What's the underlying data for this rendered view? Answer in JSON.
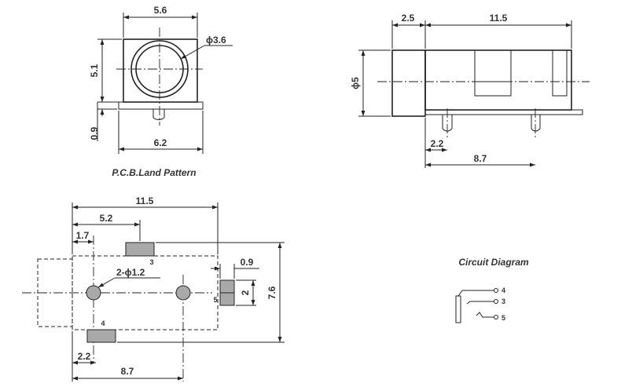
{
  "titles": {
    "land_pattern": "P.C.B.Land Pattern",
    "circuit": "Circuit Diagram"
  },
  "front_view": {
    "width_top": "5.6",
    "hole_dia": "ϕ3.6",
    "height": "5.1",
    "pin_height": "0.9",
    "width_bottom": "6.2"
  },
  "side_view": {
    "front_length": "2.5",
    "total_length": "11.5",
    "diameter": "ϕ5",
    "pin_offset": "2.2",
    "pin_spacing": "8.7"
  },
  "land_pattern": {
    "total_length": "11.5",
    "pad3_offset": "5.2",
    "hole_offset": "1.7",
    "holes": "2-ϕ1.2",
    "pad5_width": "0.9",
    "pad5_height": "2",
    "total_height": "7.6",
    "pad4_offset": "2.2",
    "pin_spacing": "8.7",
    "pin3": "3",
    "pin4": "4",
    "pin5": "5"
  },
  "circuit": {
    "pins": [
      "4",
      "3",
      "5"
    ]
  }
}
